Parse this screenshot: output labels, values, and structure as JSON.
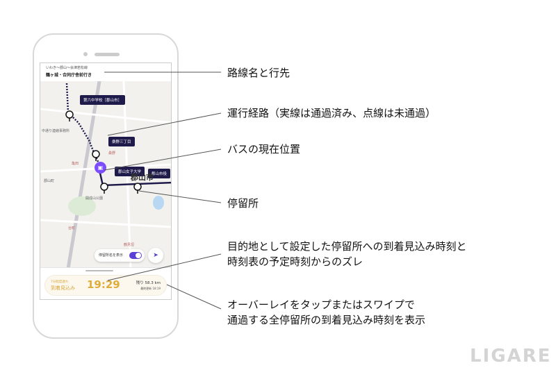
{
  "app": {
    "route_name": "いわき～郡山～会津若松線",
    "destination": "鶴ヶ城・合同庁舎前行き"
  },
  "map": {
    "stops": [
      "第六中学校［郡山市］",
      "桑野三丁目",
      "郡山女子大学",
      "郡山市役"
    ],
    "city_label": "郡山市",
    "place_labels": [
      "中通り連絡事務所",
      "桑野",
      "亀田",
      "郡山町",
      "開成山公園",
      "台町",
      "鶴見坦"
    ]
  },
  "controls": {
    "toggle_label": "停留所名を表示",
    "toggle_on": true
  },
  "overlay": {
    "delay": "7分程度遅れ",
    "arrival_label": "到着見込み",
    "arrival_time": "19:29",
    "remaining": "残り 58.3 km",
    "updated": "最終更新 18:19"
  },
  "annotations": [
    "路線名と行先",
    "運行経路（実線は通過済み、点線は未通過）",
    "バスの現在位置",
    "停留所",
    "目的地として設定した停留所への到着見込み時刻と\n時刻表の予定時刻からのズレ",
    "オーバーレイをタップまたはスワイプで\n通過する全停留所の到着見込み時刻を表示"
  ],
  "logo": "LIGARE",
  "colors": {
    "bus": "#7c4dff",
    "label_bg": "#1e1b4b",
    "eta": "#e0ac3a"
  }
}
